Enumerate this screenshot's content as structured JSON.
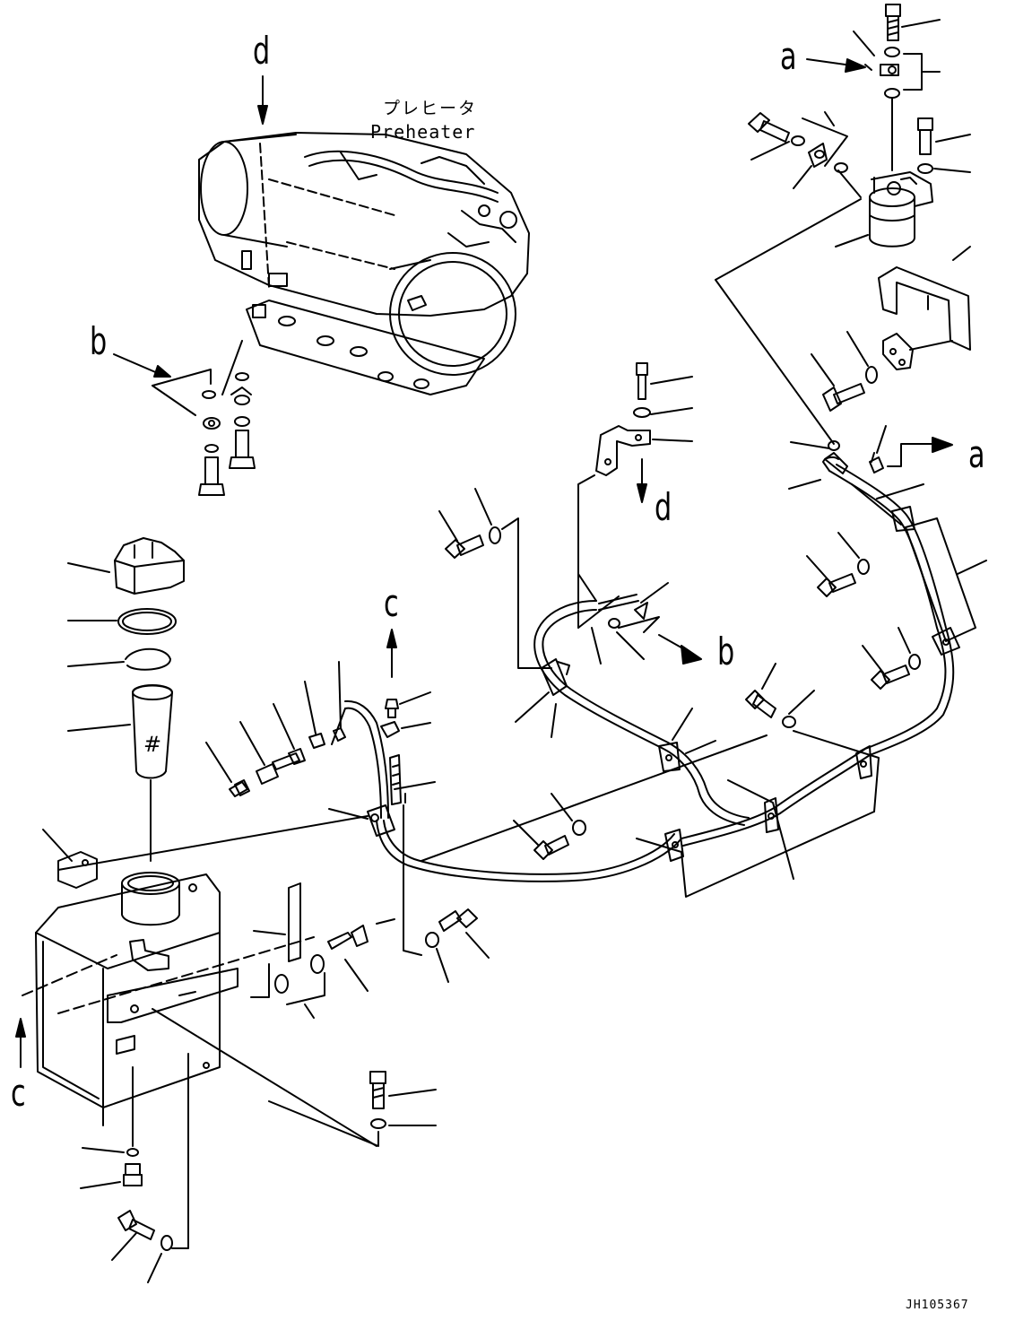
{
  "figure": {
    "label_preheater_ja": "プレヒータ",
    "label_preheater_en": "Preheater",
    "drawing_code": "JH105367"
  },
  "callouts": {
    "a_top": "a",
    "a_right": "a",
    "b_left": "b",
    "b_center": "b",
    "c_top": "c",
    "c_left": "c",
    "d_top": "d",
    "d_center": "d"
  }
}
